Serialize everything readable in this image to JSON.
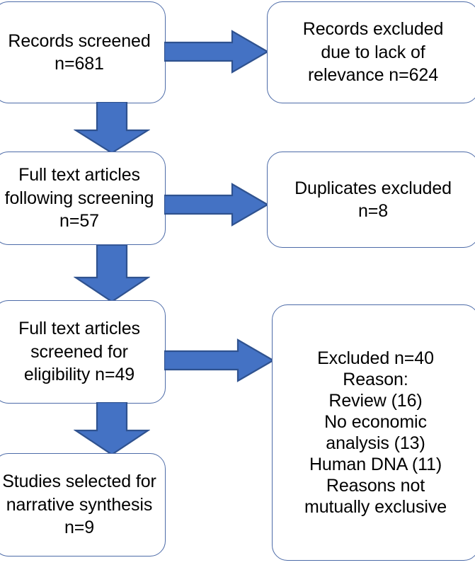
{
  "diagram": {
    "type": "prisma-flow-diagram",
    "colors": {
      "arrow_fill": "#4472C4",
      "arrow_stroke": "#2F528F",
      "box_border": "#4D6BA8",
      "box_background": "#FFFFFF",
      "text": "#000000"
    },
    "nodes": [
      {
        "id": "records-screened",
        "text": "Records screened\nn=681",
        "label": "Records screened",
        "count": "n=681"
      },
      {
        "id": "records-excluded",
        "text": "Records excluded\ndue to lack of\nrelevance n=624",
        "label": "Records excluded due to lack of relevance",
        "count": "n=624"
      },
      {
        "id": "fulltext-following",
        "text": "Full text articles\nfollowing screening\nn=57",
        "label": "Full text articles following screening",
        "count": "n=57"
      },
      {
        "id": "duplicates",
        "text": "Duplicates excluded\nn=8",
        "label": "Duplicates excluded",
        "count": "n=8"
      },
      {
        "id": "fulltext-eligibility",
        "text": "Full text articles\nscreened for\neligibility n=49",
        "label": "Full text articles screened for eligibility",
        "count": "n=49"
      },
      {
        "id": "excluded-reasons",
        "text": "Excluded n=40\nReason:\nReview (16)\nNo economic\nanalysis (13)\nHuman DNA (11)\nReasons not\nmutually exclusive",
        "label": "Excluded",
        "count": "n=40",
        "reasons": [
          {
            "reason": "Review",
            "n": 16
          },
          {
            "reason": "No economic analysis",
            "n": 13
          },
          {
            "reason": "Human DNA",
            "n": 11
          }
        ],
        "note": "Reasons not mutually exclusive"
      },
      {
        "id": "studies-selected",
        "text": "Studies selected for\nnarrative synthesis\nn=9",
        "label": "Studies selected for narrative synthesis",
        "count": "n=9"
      }
    ],
    "edges": [
      {
        "id": "screened-to-excluded",
        "from": "records-screened",
        "to": "records-excluded",
        "direction": "right"
      },
      {
        "id": "screened-to-fulltext",
        "from": "records-screened",
        "to": "fulltext-following",
        "direction": "down"
      },
      {
        "id": "fulltext-to-duplicates",
        "from": "fulltext-following",
        "to": "duplicates",
        "direction": "right"
      },
      {
        "id": "fulltext-to-eligibility",
        "from": "fulltext-following",
        "to": "fulltext-eligibility",
        "direction": "down"
      },
      {
        "id": "eligibility-to-excluded",
        "from": "fulltext-eligibility",
        "to": "excluded-reasons",
        "direction": "right"
      },
      {
        "id": "eligibility-to-studies",
        "from": "fulltext-eligibility",
        "to": "studies-selected",
        "direction": "down"
      }
    ]
  }
}
